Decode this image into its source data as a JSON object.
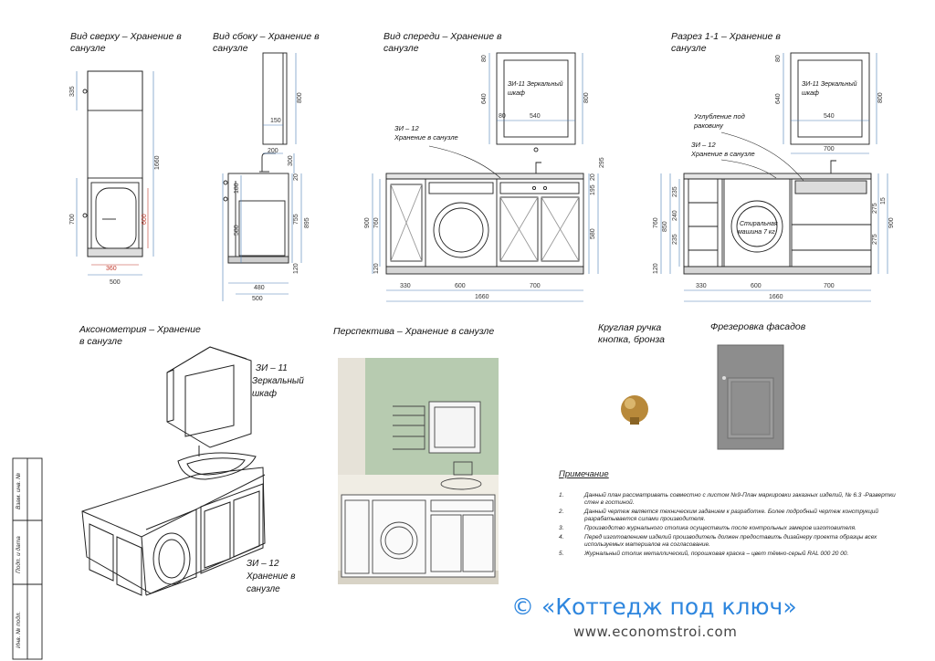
{
  "titles": {
    "top_view": [
      "Вид сверху – Хранение в",
      "санузле"
    ],
    "side_view": [
      "Вид сбоку – Хранение в",
      "санузле"
    ],
    "front_view": [
      "Вид спереди – Хранение в",
      "санузле"
    ],
    "section": [
      "Разрез 1-1 – Хранение в",
      "санузле"
    ],
    "axon": [
      "Аксонометрия – Хранение",
      "в санузле"
    ],
    "perspective": [
      "Перспектива – Хранение в санузле"
    ],
    "knob": [
      "Круглая ручка",
      "кнопка, бронза"
    ],
    "milling": [
      "Фрезеровка фасадов"
    ]
  },
  "labels": {
    "zi11_front": [
      "ЗИ-11 Зеркальный",
      "шкаф"
    ],
    "zi11_section": [
      "ЗИ-11 Зеркальный",
      "шкаф"
    ],
    "zi12_front": [
      "ЗИ – 12",
      "Хранение в санузле"
    ],
    "zi12_section": [
      "ЗИ – 12",
      "Хранение в санузле"
    ],
    "recess": [
      "Углубление под",
      "раковину"
    ],
    "washer": [
      "Стиральная",
      "машина 7 кг"
    ],
    "axon_zi11": [
      "ЗИ – 11",
      "Зеркальный",
      "шкаф"
    ],
    "axon_zi12": [
      "ЗИ – 12",
      "Хранение в",
      "санузле"
    ]
  },
  "dims": {
    "top_335": "335",
    "top_1660": "1660",
    "top_700": "700",
    "top_600": "600",
    "top_360": "360",
    "top_500": "500",
    "side_800": "800",
    "side_150": "150",
    "side_200": "200",
    "side_300": "300",
    "side_180": "180",
    "side_20": "20",
    "side_580": "580",
    "side_755": "755",
    "side_895": "895",
    "side_120": "120",
    "side_480": "480",
    "side_500": "500",
    "mir_80a": "80",
    "mir_640": "640",
    "mir_80b": "80",
    "mir_540": "540",
    "mir_800": "800",
    "fr_900": "900",
    "fr_760": "760",
    "fr_120": "120",
    "fr_20": "20",
    "fr_195": "195",
    "fr_580": "580",
    "fr_295": "295",
    "fr_330": "330",
    "fr_600": "600",
    "fr_700": "700",
    "fr_1660": "1660",
    "sec_760": "760",
    "sec_850": "850",
    "sec_235a": "235",
    "sec_240": "240",
    "sec_235b": "235",
    "sec_275a": "275",
    "sec_275b": "275",
    "sec_900": "900",
    "sec_15": "15",
    "sec_120": "120",
    "sec_330": "330",
    "sec_600": "600",
    "sec_700": "700",
    "sec_1660": "1660"
  },
  "notes": {
    "heading": "Примечание",
    "items": [
      {
        "n": "1.",
        "text": "Данный план рассматривать совместно с листом  №9-План маркировки заказных изделий, № 6.3 -Развертки стен в гостиной."
      },
      {
        "n": "2.",
        "text": "Данный чертеж является техническим заданием к разработке. Более подробный чертеж конструкций разрабатывается силами производителя."
      },
      {
        "n": "3.",
        "text": "Производство  журнального столика осуществить после контрольных замеров изготовителя."
      },
      {
        "n": "4.",
        "text": "Перед изготовлением изделий производитель должен предоставить дизайнеру проекта образцы всех используемых материалов на согласование."
      },
      {
        "n": "5.",
        "text": "Журнальный столик металлический, порошковая краска – цвет тёмно-серый RAL 000 20 00."
      }
    ]
  },
  "stamp": {
    "col1": "Взам. инв. №",
    "col2": "Подп. и дата",
    "col3": "Инв. № подл."
  },
  "brand": {
    "name": "© «Коттедж под ключ»",
    "site": "www.economstroi.com"
  },
  "colors": {
    "line": "#222222",
    "dim_line": "#4a7db5",
    "red": "#c0392b",
    "wall_green": "#b7cbb0",
    "brand_blue": "#2e86de",
    "bronze": "#b8893a",
    "sample_gray": "#8d8d8d"
  }
}
